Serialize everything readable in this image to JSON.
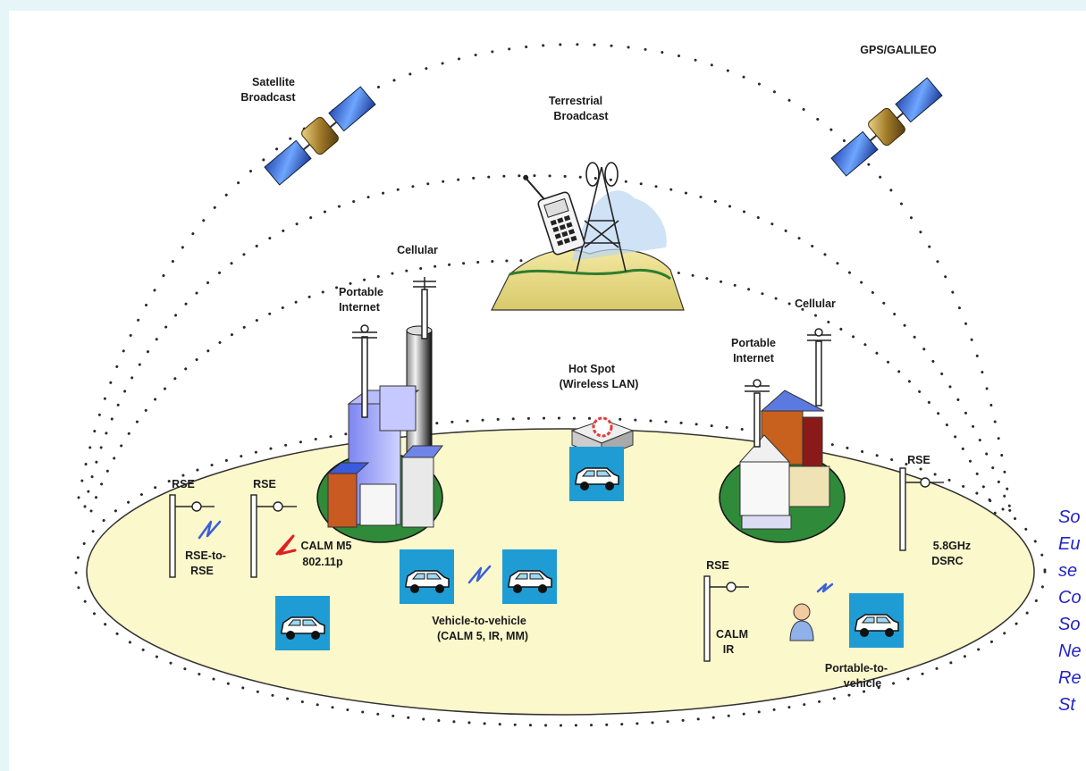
{
  "diagram": {
    "labels": {
      "satellite_broadcast": [
        "Satellite",
        "Broadcast"
      ],
      "gps_galileo": "GPS/GALILEO",
      "terrestrial_broadcast": [
        "Terrestrial",
        "Broadcast"
      ],
      "cellular_left": "Cellular",
      "cellular_right": "Cellular",
      "portable_internet_left": [
        "Portable",
        "Internet"
      ],
      "portable_internet_right": [
        "Portable",
        "Internet"
      ],
      "hot_spot": [
        "Hot Spot",
        "(Wireless LAN)"
      ],
      "rse_1": "RSE",
      "rse_2": "RSE",
      "rse_3": "RSE",
      "rse_4": "RSE",
      "rse_to_rse": [
        "RSE-to-",
        "RSE"
      ],
      "calm_m5": [
        "CALM M5",
        "802.11p"
      ],
      "vehicle_to_vehicle": [
        "Vehicle-to-vehicle",
        "(CALM 5, IR, MM)"
      ],
      "calm_ir": [
        "CALM",
        "IR"
      ],
      "dsrc": [
        "5.8GHz",
        "DSRC"
      ],
      "portable_to_vehicle": [
        "Portable-to-",
        "vehicle"
      ]
    }
  },
  "caption": {
    "lines": [
      "So",
      "Eu",
      "se",
      "Co",
      "So",
      "Ne",
      "Re",
      "St"
    ]
  },
  "colors": {
    "ground_ellipse": "#fbf8cc",
    "vehicle_tile": "#1f9cd4",
    "caption_text": "#2323c8"
  }
}
